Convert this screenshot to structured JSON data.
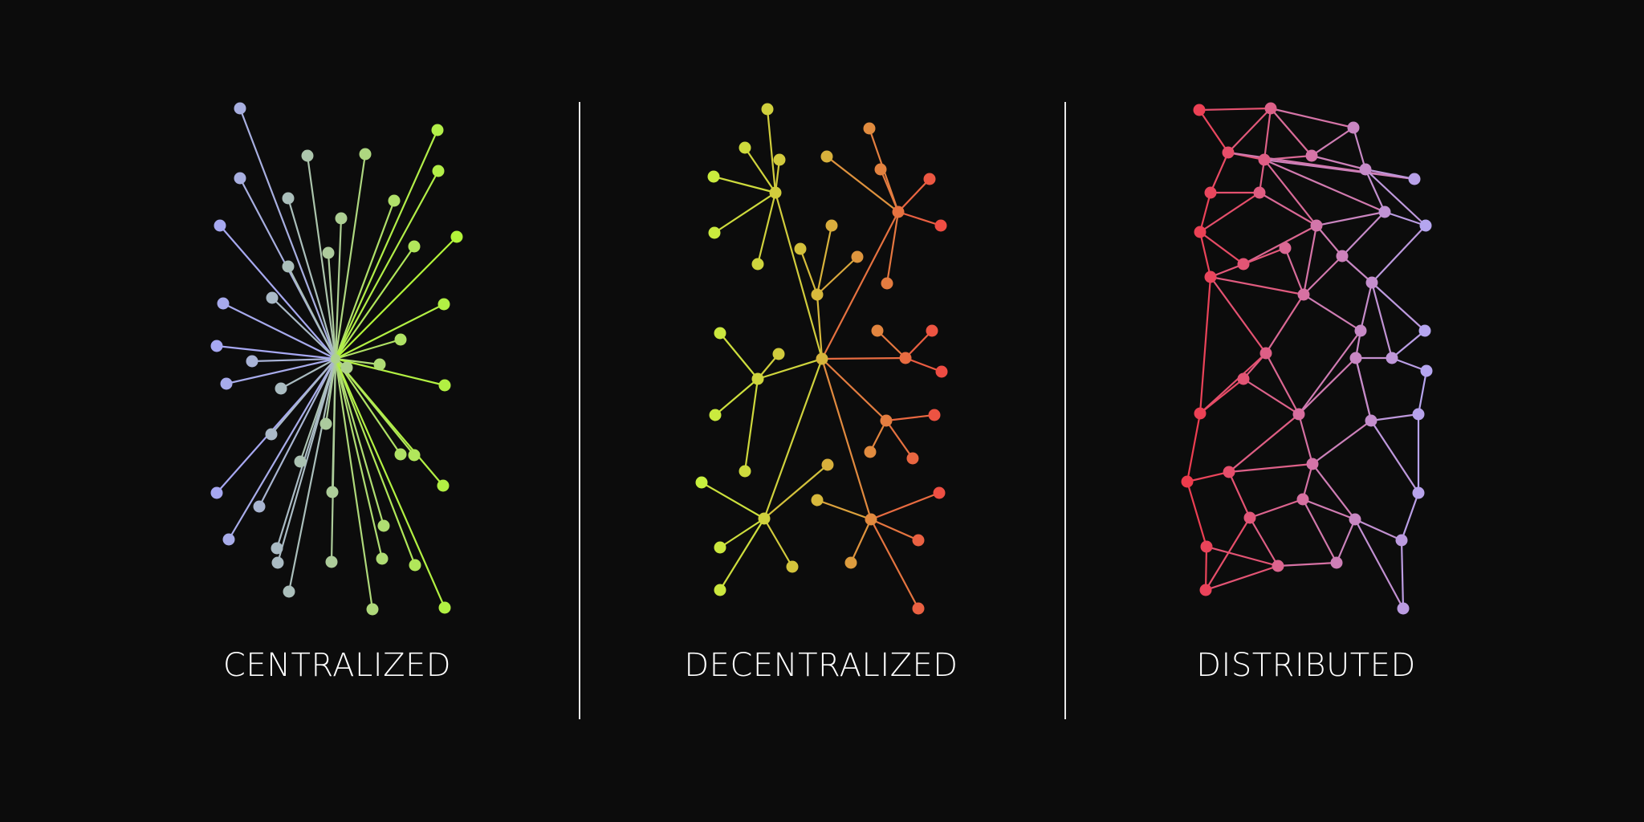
{
  "labels": {
    "centralized": "CENTRALIZED",
    "decentralized": "DECENTRALIZED",
    "distributed": "DISTRIBUTED"
  },
  "colors": {
    "background": "#0c0c0c",
    "divider": "#e8e8e8",
    "centralized_gradient": [
      "#a7a8f2",
      "#b3f43a"
    ],
    "decentralized_gradient": [
      "#c8f23e",
      "#d7b63c",
      "#ef4b43"
    ],
    "distributed_gradient": [
      "#ee3b4c",
      "#d672a4",
      "#b5a6f0"
    ]
  }
}
